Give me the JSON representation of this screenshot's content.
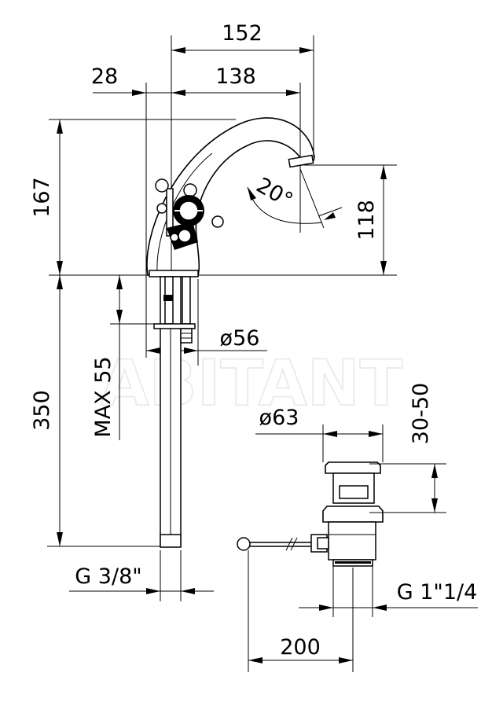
{
  "watermark": "ABITANT",
  "dimensions": {
    "d152": "152",
    "d28": "28",
    "d138": "138",
    "d167": "167",
    "d118": "118",
    "angle": "20°",
    "dia56": "ø56",
    "max55": "MAX 55",
    "d350": "350",
    "dia63": "ø63",
    "d3050": "30-50",
    "g38": "G 3/8\"",
    "g114": "G 1\"1/4",
    "d200": "200"
  }
}
